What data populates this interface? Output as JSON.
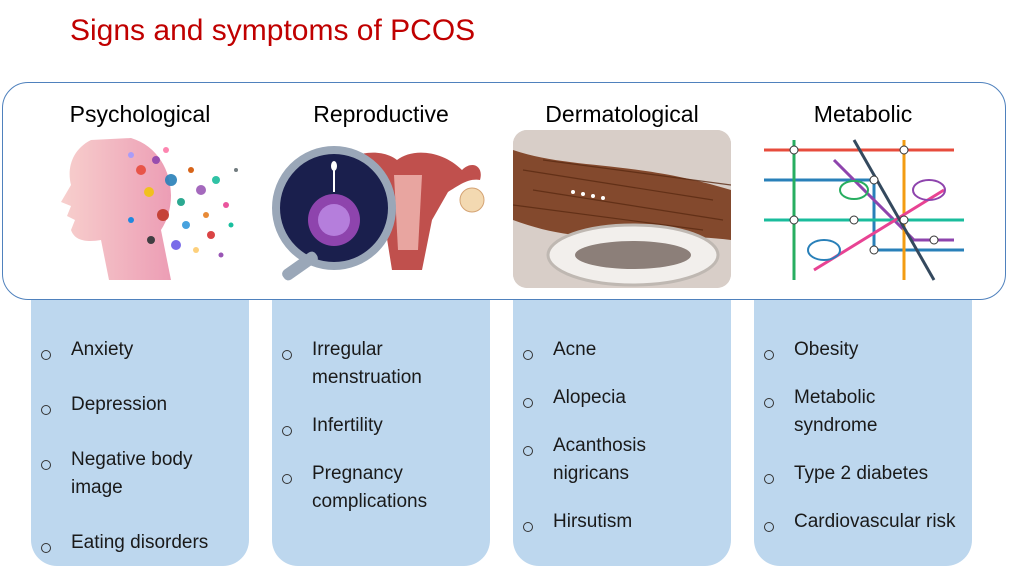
{
  "title": "Signs and symptoms of PCOS",
  "columns": [
    {
      "heading": "Psychological",
      "image": "face-dissolving-into-colored-dots",
      "items": [
        "Anxiety",
        "Depression",
        "Negative body image",
        "Eating disorders"
      ]
    },
    {
      "heading": "Reproductive",
      "image": "magnifier-ovum-and-uterus",
      "items": [
        "Irregular menstruation",
        "Infertility",
        "Pregnancy complications"
      ]
    },
    {
      "heading": "Dermatological",
      "image": "hairbrush-with-hair",
      "items": [
        "Acne",
        "Alopecia",
        "Acanthosis nigricans",
        "Hirsutism"
      ]
    },
    {
      "heading": "Metabolic",
      "image": "metabolic-pathways-map",
      "items": [
        "Obesity",
        "Metabolic syndrome",
        "Type 2 diabetes",
        "Cardiovascular risk"
      ]
    }
  ],
  "colors": {
    "title": "#c00000",
    "frame": "#4f81bd",
    "panel": "#bdd7ee"
  }
}
